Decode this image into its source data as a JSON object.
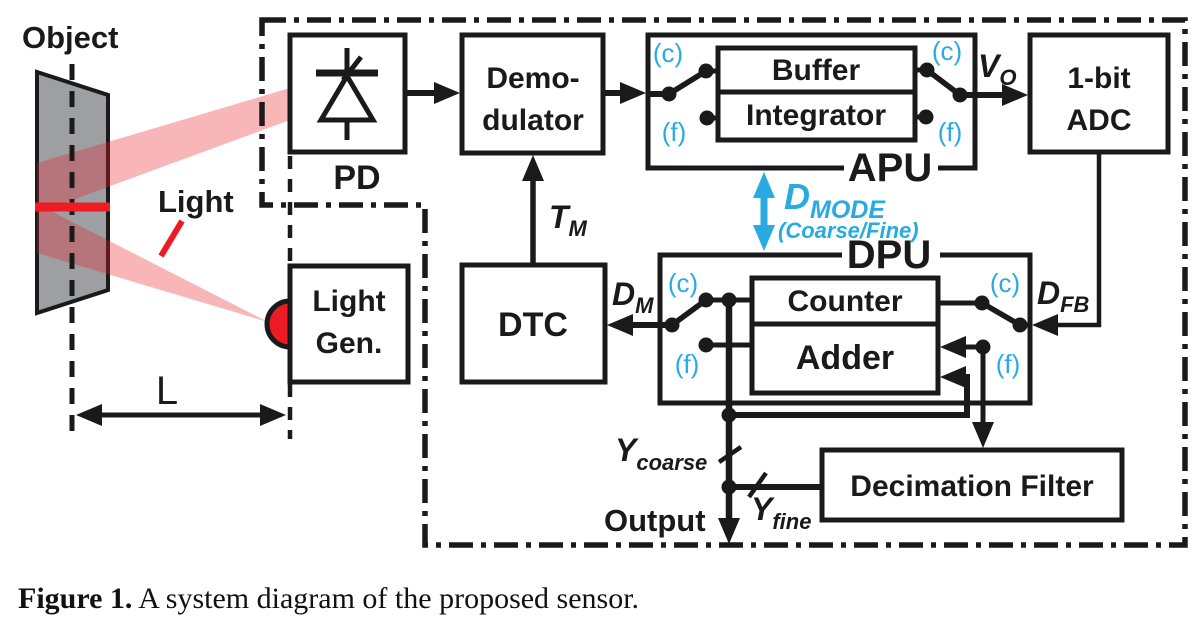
{
  "caption": {
    "prefix": "Figure 1.",
    "text": "A system diagram of the proposed sensor."
  },
  "colors": {
    "accent_cyan": "#29ABE2",
    "red": "#ED1C24",
    "object_gray": "#9D9FA2",
    "ink": "#1A1A1A"
  },
  "scene": {
    "object_label": "Object",
    "light_label": "Light",
    "distance_label": "L"
  },
  "blocks": {
    "pd": {
      "label": "PD"
    },
    "demodulator": {
      "line1": "Demo-",
      "line2": "dulator"
    },
    "apu": {
      "label": "APU",
      "buffer": "Buffer",
      "integrator": "Integrator"
    },
    "adc": {
      "line1": "1-bit",
      "line2": "ADC"
    },
    "dtc": {
      "label": "DTC"
    },
    "dpu": {
      "label": "DPU",
      "counter": "Counter",
      "adder": "Adder"
    },
    "light_gen": {
      "line1": "Light",
      "line2": "Gen."
    },
    "decimation_filter": {
      "label": "Decimation Filter"
    }
  },
  "signals": {
    "vo": {
      "main": "V",
      "sub": "O"
    },
    "tm": {
      "main": "T",
      "sub": "M"
    },
    "dm": {
      "main": "D",
      "sub": "M"
    },
    "dfb": {
      "main": "D",
      "sub": "FB"
    },
    "dmode": {
      "main": "D",
      "sub": "MODE",
      "note": "(Coarse/Fine)"
    },
    "y_coarse": {
      "main": "Y",
      "sub": "coarse"
    },
    "y_fine": {
      "main": "Y",
      "sub": "fine"
    },
    "output": "Output"
  },
  "switch_labels": {
    "coarse": "(c)",
    "fine": "(f)"
  }
}
